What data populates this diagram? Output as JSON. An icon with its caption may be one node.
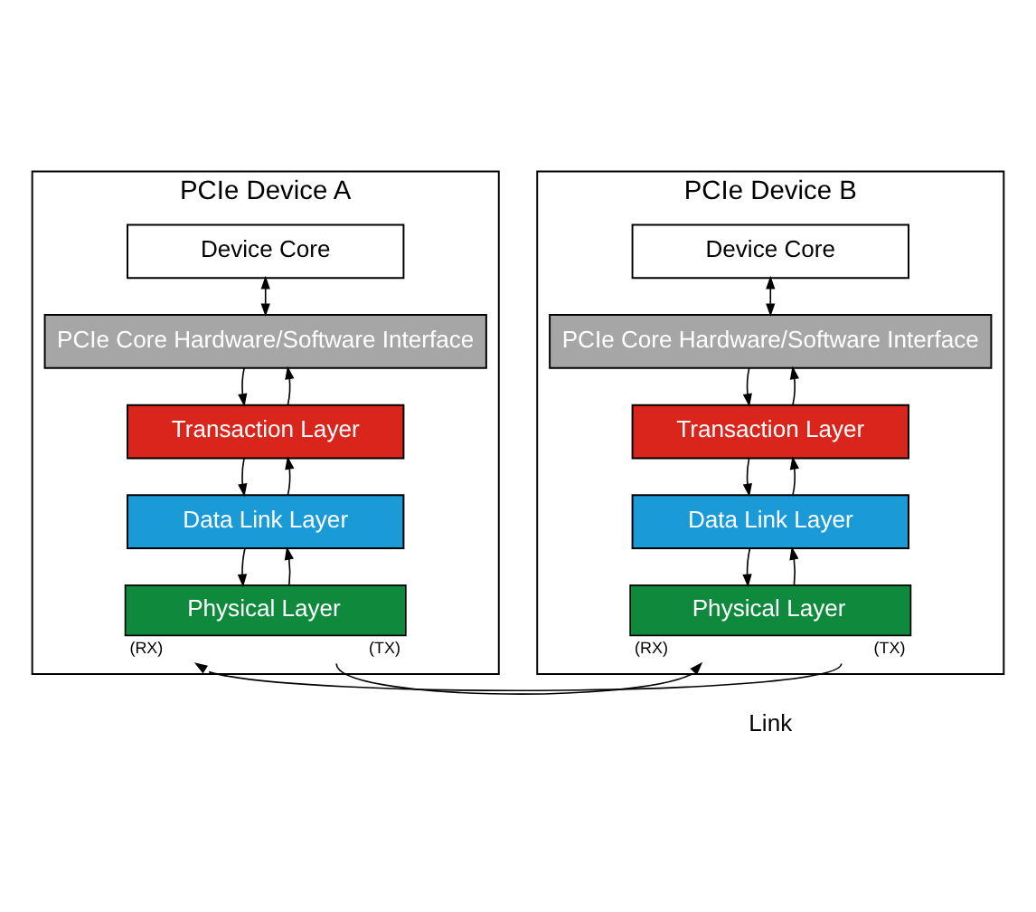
{
  "diagram": {
    "nodes": [
      {
        "text": [
          "PCIe Device A"
        ]
      },
      {
        "text": [
          "Device Core"
        ],
        "in": 0
      },
      {
        "text": [
          "PCIe Core Hardware/Software Interface"
        ],
        "in": 0
      },
      {
        "text": [
          "Transaction Layer"
        ],
        "in": 0
      },
      {
        "text": [
          "Data Link Layer"
        ],
        "in": 0
      },
      {
        "text": [
          "Physical Layer"
        ],
        "in": 0,
        "beside": [
          "(RX)",
          "(TX)"
        ]
      },
      {
        "text": [
          "PCIe Device B"
        ]
      },
      {
        "text": [
          "Device Core"
        ],
        "in": 6
      },
      {
        "text": [
          "PCIe Core Hardware/Software Interface"
        ],
        "in": 6
      },
      {
        "text": [
          "Transaction Layer"
        ],
        "in": 6
      },
      {
        "text": [
          "Data Link Layer"
        ],
        "in": 6
      },
      {
        "text": [
          "Physical Layer"
        ],
        "in": 6,
        "beside": [
          "(RX)",
          "(TX)"
        ]
      }
    ],
    "edges": [
      {
        "from": 1,
        "to": 2,
        "arrow": "both"
      },
      {
        "from": 3,
        "to": 2,
        "arrow": "to"
      },
      {
        "from": 2,
        "to": 3,
        "arrow": "to"
      },
      {
        "from": 4,
        "to": 3,
        "arrow": "to"
      },
      {
        "from": 3,
        "to": 4,
        "arrow": "to"
      },
      {
        "from": 5,
        "to": 4,
        "arrow": "to"
      },
      {
        "from": 4,
        "to": 5,
        "arrow": "to"
      },
      {
        "from": 7,
        "to": 8,
        "arrow": "both"
      },
      {
        "from": 9,
        "to": 8,
        "arrow": "to"
      },
      {
        "from": 8,
        "to": 9,
        "arrow": "to"
      },
      {
        "from": 10,
        "to": 9,
        "arrow": "to"
      },
      {
        "from": 9,
        "to": 10,
        "arrow": "to"
      },
      {
        "from": 11,
        "to": 10,
        "arrow": "to"
      },
      {
        "from": 10,
        "to": 11,
        "arrow": "to"
      },
      {
        "from": 5,
        "to": 11,
        "arrow": "to"
      },
      {
        "from": 11,
        "to": 5,
        "arrow": "to"
      }
    ],
    "labels": [
      "Link"
    ]
  }
}
